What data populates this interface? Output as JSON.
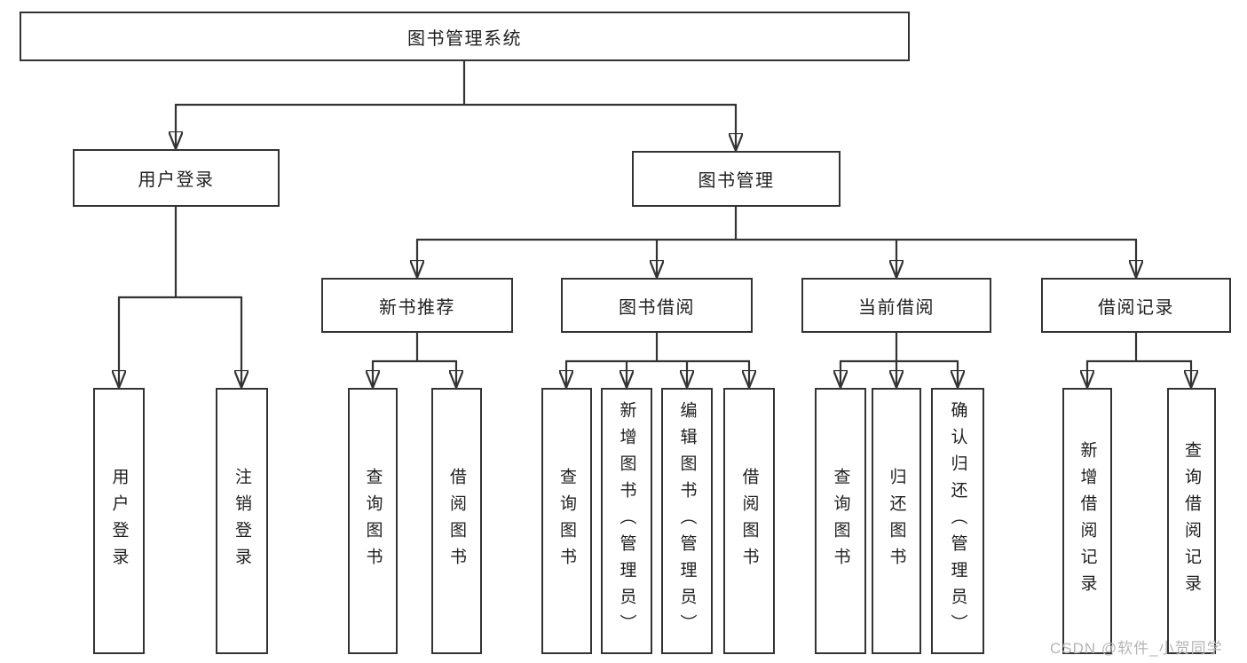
{
  "nodes": {
    "root": "图书管理系统",
    "level2": [
      "用户登录",
      "图书管理"
    ],
    "level3": [
      "新书推荐",
      "图书借阅",
      "当前借阅",
      "借阅记录"
    ],
    "leaves_user": [
      "用户登录",
      "注销登录"
    ],
    "leaves_newbook": [
      "查询图书",
      "借阅图书"
    ],
    "leaves_borrow": [
      "查询图书",
      "新增图书（管理员）",
      "编辑图书（管理员）",
      "借阅图书"
    ],
    "leaves_current": [
      "查询图书",
      "归还图书",
      "确认归还（管理员）"
    ],
    "leaves_record": [
      "新增借阅记录",
      "查询借阅记录"
    ]
  },
  "watermark": "CSDN @软件_小贺同学",
  "colors": {
    "line": "#333333",
    "text": "#1f1f1f",
    "watermark": "#b5b5b5",
    "background": "#ffffff"
  }
}
